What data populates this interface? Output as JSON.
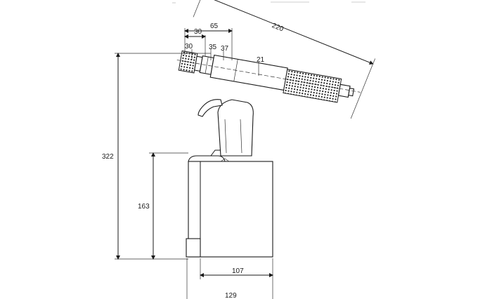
{
  "dimensions": {
    "total_height": "322",
    "base_height": "163",
    "base_inner_width": "107",
    "base_width": "129",
    "overall_length": "220",
    "nose_length": "65",
    "nose_tip": "30",
    "nose_tip_diameter": "30",
    "diameter_35": "35",
    "diameter_37": "37",
    "head_diameter": "21"
  },
  "colors": {
    "line": "#1a1a1a",
    "background": "#ffffff"
  }
}
